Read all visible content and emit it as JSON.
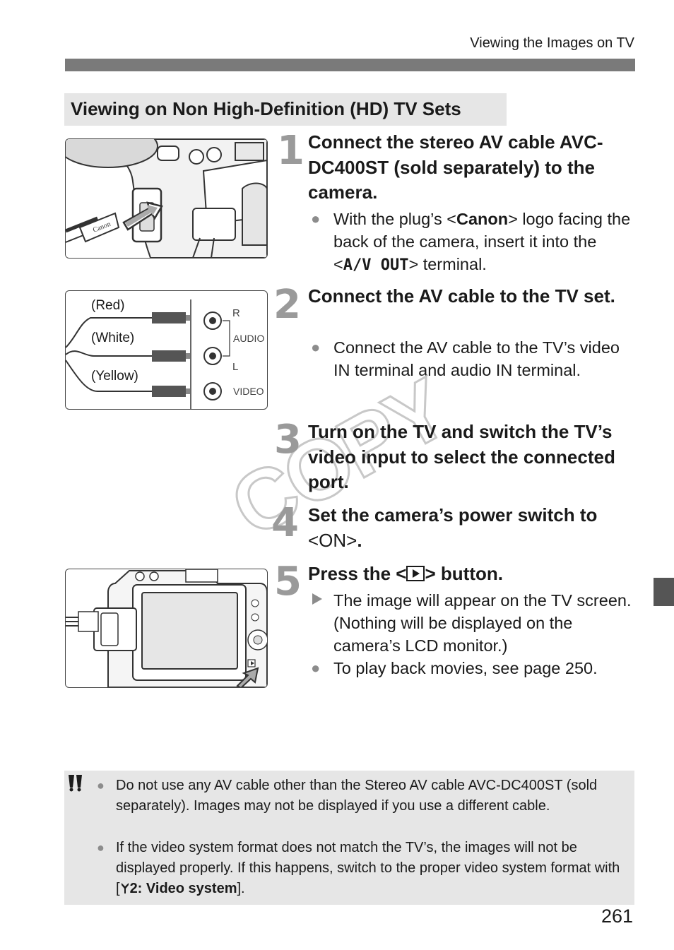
{
  "header": {
    "running_title": "Viewing the Images on TV"
  },
  "section": {
    "title": "Viewing on Non High-Definition (HD) TV Sets"
  },
  "steps": [
    {
      "number": "1",
      "title": "Connect the stereo AV cable AVC-DC400ST (sold separately) to the camera.",
      "bullet_pre": "With the plug’s <",
      "bullet_bold": "Canon",
      "bullet_mid": "> logo facing the back of the camera, insert it into the <",
      "bullet_terminal": "A/V OUT",
      "bullet_post": "> terminal."
    },
    {
      "number": "2",
      "title": "Connect the AV cable to the TV set.",
      "bullet": "Connect the AV cable to the TV’s video IN terminal and audio IN terminal."
    },
    {
      "number": "3",
      "title": "Turn on the TV and switch the TV’s video input to select the connected port."
    },
    {
      "number": "4",
      "title_pre": "Set the camera’s power switch to ",
      "title_on": "<ON>",
      "title_post": "."
    },
    {
      "number": "5",
      "title_pre": "Press the <",
      "title_post": "> button.",
      "bullets": [
        "The image will appear on the TV screen. (Nothing will be displayed on the camera’s LCD monitor.)",
        "To play back movies, see page 250."
      ]
    }
  ],
  "illustration_cable": {
    "labels": {
      "red": "(Red)",
      "white": "(White)",
      "yellow": "(Yellow)",
      "r": "R",
      "audio": "AUDIO",
      "l": "L",
      "video": "VIDEO"
    }
  },
  "illustration_camera": {
    "plug_logo": "Canon"
  },
  "notes": [
    {
      "text": "Do not use any AV cable other than the Stereo AV cable AVC-DC400ST (sold separately). Images may not be displayed if you use a different cable."
    },
    {
      "text_pre": "If the video system format does not match the TV’s, the images will not be displayed properly. If this happens, switch to the proper video system format with [",
      "text_bold": "2: Video system",
      "text_post": "]."
    }
  ],
  "watermark": "COPY",
  "page_number": "261",
  "icons": {
    "step_bullet": "circle-bullet",
    "result_bullet": "triangle-bullet",
    "caution": "caution-icon",
    "playback": "playback-button-icon",
    "setup": "wrench-icon"
  }
}
